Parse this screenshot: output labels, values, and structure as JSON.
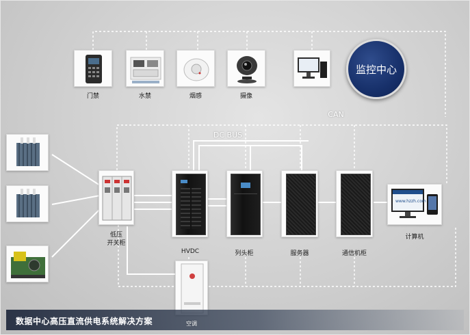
{
  "nodes": {
    "door": "门禁",
    "water": "水禁",
    "smoke": "烟感",
    "camera": "摄像",
    "monitor_center": "监控中心",
    "can": "CAN",
    "dc_bus": "DC BUS",
    "low_voltage": "低压",
    "switch_cabinet": "开关柜",
    "hvdc": "HVDC",
    "column_head": "列头柜",
    "server": "服务器",
    "comm_cabinet": "通信机柜",
    "computer": "计算机",
    "aircon": "空调"
  },
  "screen_text": "www.hzzh.com",
  "bottom_title": "数据中心高压直流供电系统解决方案",
  "colors": {
    "wire": "#ffffff",
    "center_blue": "#17306a",
    "cabinet": "#1a1a1a"
  }
}
